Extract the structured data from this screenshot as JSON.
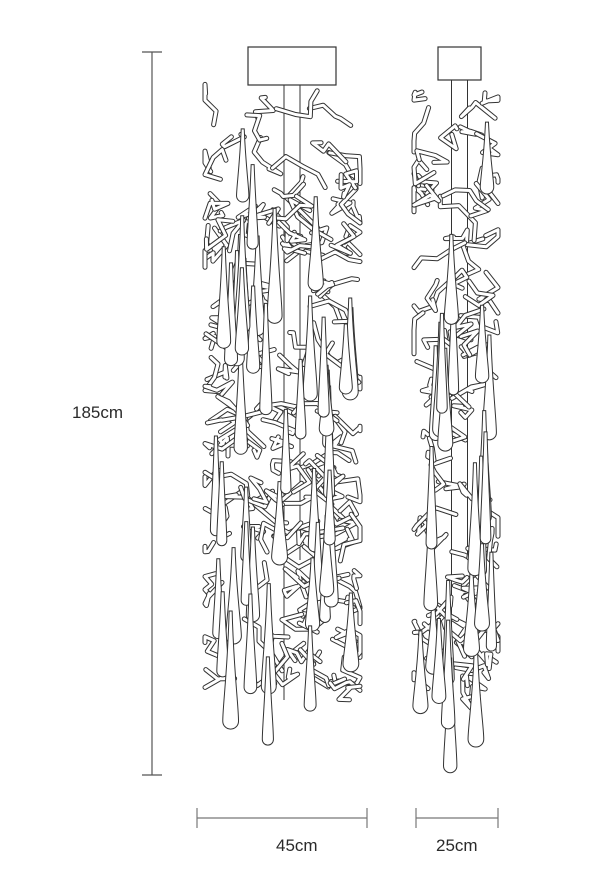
{
  "dimensions": {
    "height_label": "185cm",
    "width_front_label": "45cm",
    "width_side_label": "25cm"
  },
  "colors": {
    "line": "#333333",
    "dimension_line": "#555555",
    "background": "#ffffff"
  }
}
